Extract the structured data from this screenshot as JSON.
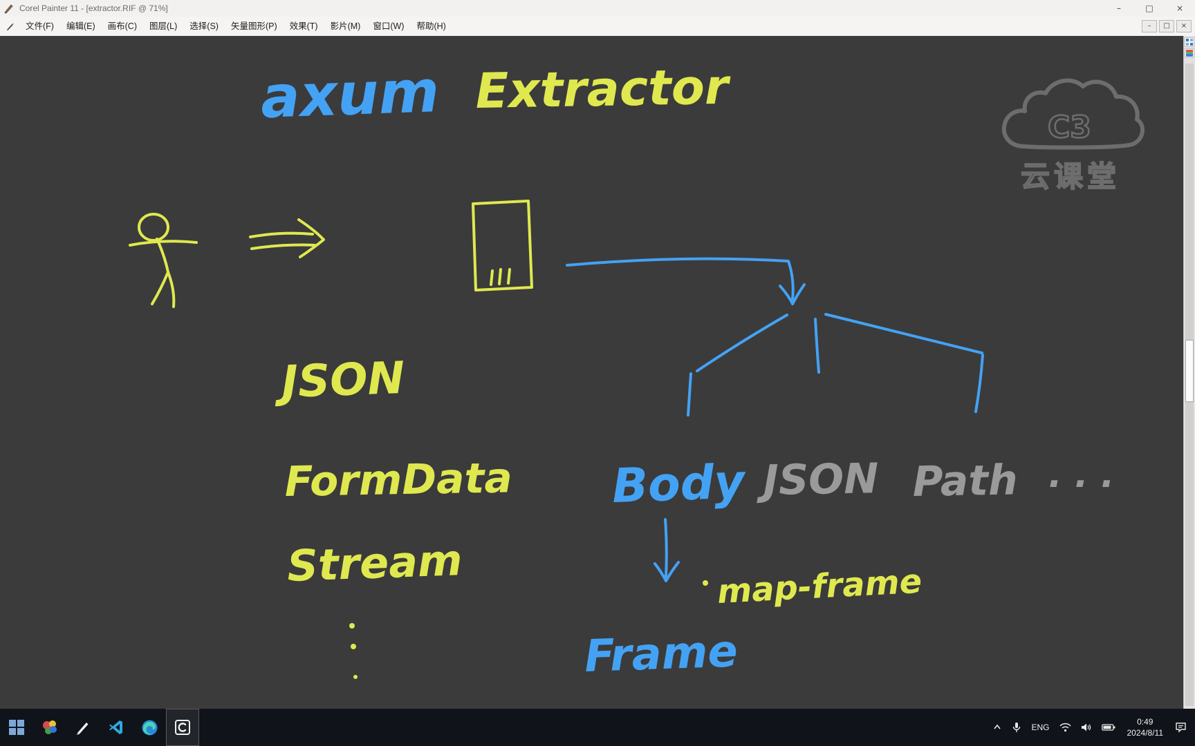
{
  "window": {
    "title": "Corel Painter 11 - [extractor.RIF @ 71%]",
    "controls": {
      "minimize": "–",
      "maximize": "□",
      "close": "×"
    },
    "doc_controls": {
      "minimize": "–",
      "restore": "□",
      "close": "×"
    }
  },
  "menu": {
    "items": [
      "文件(F)",
      "编辑(E)",
      "画布(C)",
      "图层(L)",
      "选择(S)",
      "矢量图形(P)",
      "效果(T)",
      "影片(M)",
      "窗口(W)",
      "帮助(H)"
    ]
  },
  "sketch": {
    "heading_left": "axum",
    "heading_right": "Extractor",
    "extractor_list": [
      "JSON",
      "FormData",
      "Stream"
    ],
    "tree_labels": {
      "body": "Body",
      "json": "JSON",
      "path": "Path",
      "more": ". . .",
      "map_frame": "map-frame",
      "frame": "Frame"
    },
    "colors": {
      "yellow": "#dfe94f",
      "blue": "#44a2f4",
      "gray": "#9a9a9a",
      "board": "#3b3b3b"
    }
  },
  "watermark": {
    "logo_text": "C3",
    "label": "云课堂"
  },
  "taskbar": {
    "language": "ENG",
    "time": "0:49",
    "date": "2024/8/11"
  }
}
